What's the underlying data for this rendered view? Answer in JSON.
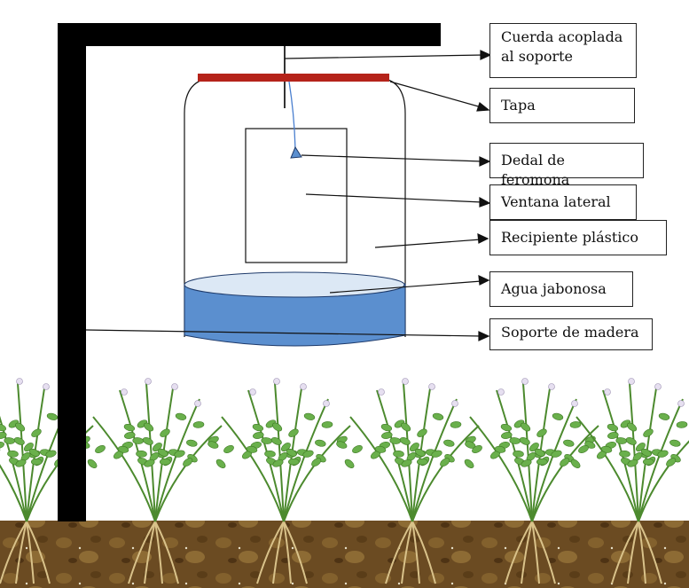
{
  "labels": {
    "string": "Cuerda acoplada al soporte",
    "lid": "Tapa",
    "pheromone": "Dedal de feromona",
    "window": "Ventana lateral",
    "container": "Recipiente plástico",
    "water": "Agua jabonosa",
    "support": "Soporte de madera"
  },
  "colors": {
    "post": "#000000",
    "lid": "#b5231a",
    "water_top": "#dce8f5",
    "water_body": "#5b8fcf",
    "string": "#4a7fcf",
    "soil": "#6b4b22",
    "leaf": "#6ab04c",
    "stem": "#4c8a2e",
    "root": "#d9c28a"
  }
}
